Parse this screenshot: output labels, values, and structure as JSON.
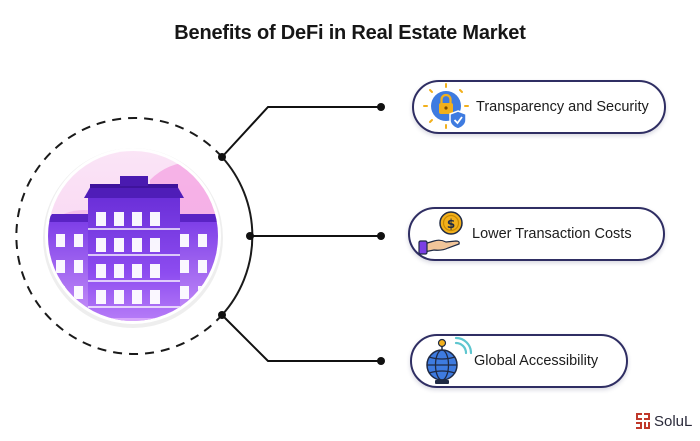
{
  "title": "Benefits of DeFi in Real Estate Market",
  "benefits": [
    {
      "label": "Transparency and Security",
      "icon": "lock-shield-icon"
    },
    {
      "label": "Lower Transaction Costs",
      "icon": "coin-hand-icon"
    },
    {
      "label": "Global Accessibility",
      "icon": "globe-icon"
    }
  ],
  "center_image": "building-icon",
  "brand": {
    "name": "SoluL",
    "icon": "brand-logo-icon"
  },
  "colors": {
    "outline": "#2f2e63",
    "connector": "#111111",
    "building": "#7b3fe4",
    "sky": "#f3b6e7",
    "coin": "#f2b01c",
    "brand": "#c0392b"
  }
}
